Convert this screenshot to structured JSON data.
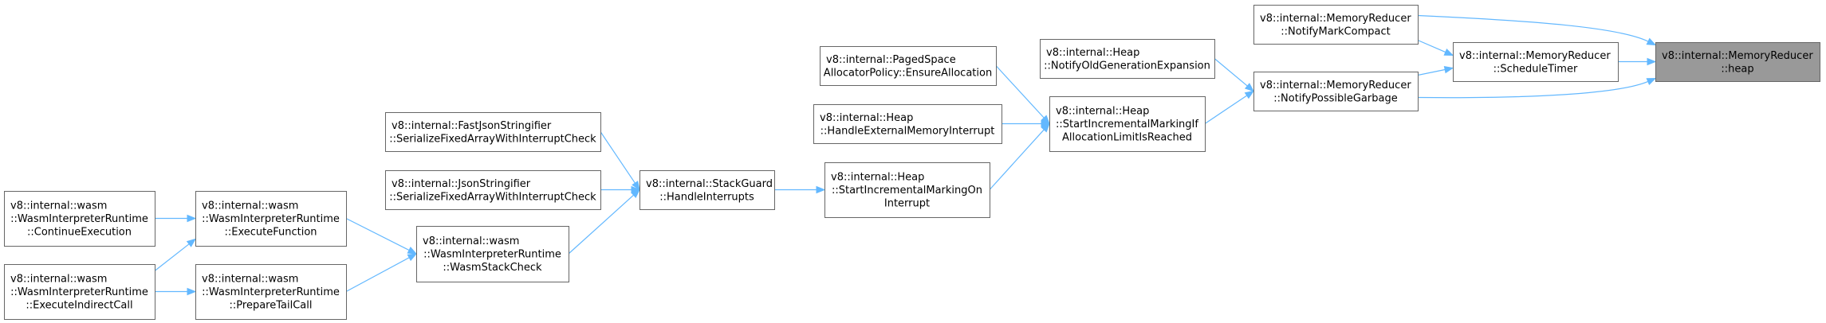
{
  "colors": {
    "edge": "#63b8ff",
    "node_border": "#666666",
    "node_fill": "#ffffff",
    "root_fill": "#999999"
  },
  "nodes": [
    {
      "id": "heap",
      "lines": [
        "v8::internal::MemoryReducer",
        "::heap"
      ],
      "root": true
    },
    {
      "id": "notifyMarkCompact",
      "lines": [
        "v8::internal::MemoryReducer",
        "::NotifyMarkCompact"
      ]
    },
    {
      "id": "scheduleTimer",
      "lines": [
        "v8::internal::MemoryReducer",
        "::ScheduleTimer"
      ]
    },
    {
      "id": "notifyPossibleGarbage",
      "lines": [
        "v8::internal::MemoryReducer",
        "::NotifyPossibleGarbage"
      ]
    },
    {
      "id": "notifyOldGen",
      "lines": [
        "v8::internal::Heap",
        "::NotifyOldGenerationExpansion"
      ]
    },
    {
      "id": "startIncLimit",
      "lines": [
        "v8::internal::Heap",
        "::StartIncrementalMarkingIf",
        "AllocationLimitIsReached"
      ]
    },
    {
      "id": "pagedSpace",
      "lines": [
        "v8::internal::PagedSpace",
        "AllocatorPolicy::EnsureAllocation"
      ]
    },
    {
      "id": "handleExtMem",
      "lines": [
        "v8::internal::Heap",
        "::HandleExternalMemoryInterrupt"
      ]
    },
    {
      "id": "startIncInterrupt",
      "lines": [
        "v8::internal::Heap",
        "::StartIncrementalMarkingOn",
        "Interrupt"
      ]
    },
    {
      "id": "handleInterrupts",
      "lines": [
        "v8::internal::StackGuard",
        "::HandleInterrupts"
      ]
    },
    {
      "id": "fastJson",
      "lines": [
        "v8::internal::FastJsonStringifier",
        "::SerializeFixedArrayWithInterruptCheck"
      ]
    },
    {
      "id": "json",
      "lines": [
        "v8::internal::JsonStringifier",
        "::SerializeFixedArrayWithInterruptCheck"
      ]
    },
    {
      "id": "wasmStackCheck",
      "lines": [
        "v8::internal::wasm",
        "::WasmInterpreterRuntime",
        "::WasmStackCheck"
      ]
    },
    {
      "id": "executeFunction",
      "lines": [
        "v8::internal::wasm",
        "::WasmInterpreterRuntime",
        "::ExecuteFunction"
      ]
    },
    {
      "id": "prepareTailCall",
      "lines": [
        "v8::internal::wasm",
        "::WasmInterpreterRuntime",
        "::PrepareTailCall"
      ]
    },
    {
      "id": "continueExecution",
      "lines": [
        "v8::internal::wasm",
        "::WasmInterpreterRuntime",
        "::ContinueExecution"
      ]
    },
    {
      "id": "executeIndirectCall",
      "lines": [
        "v8::internal::wasm",
        "::WasmInterpreterRuntime",
        "::ExecuteIndirectCall"
      ]
    }
  ],
  "edges": [
    {
      "from": "notifyMarkCompact",
      "to": "heap"
    },
    {
      "from": "scheduleTimer",
      "to": "heap"
    },
    {
      "from": "notifyPossibleGarbage",
      "to": "heap"
    },
    {
      "from": "notifyMarkCompact",
      "to": "scheduleTimer"
    },
    {
      "from": "notifyPossibleGarbage",
      "to": "scheduleTimer"
    },
    {
      "from": "notifyOldGen",
      "to": "notifyPossibleGarbage"
    },
    {
      "from": "startIncLimit",
      "to": "notifyPossibleGarbage"
    },
    {
      "from": "pagedSpace",
      "to": "startIncLimit"
    },
    {
      "from": "handleExtMem",
      "to": "startIncLimit"
    },
    {
      "from": "startIncInterrupt",
      "to": "startIncLimit"
    },
    {
      "from": "handleInterrupts",
      "to": "startIncInterrupt"
    },
    {
      "from": "fastJson",
      "to": "handleInterrupts"
    },
    {
      "from": "json",
      "to": "handleInterrupts"
    },
    {
      "from": "wasmStackCheck",
      "to": "handleInterrupts"
    },
    {
      "from": "executeFunction",
      "to": "wasmStackCheck"
    },
    {
      "from": "prepareTailCall",
      "to": "wasmStackCheck"
    },
    {
      "from": "continueExecution",
      "to": "executeFunction"
    },
    {
      "from": "executeIndirectCall",
      "to": "executeFunction"
    },
    {
      "from": "executeIndirectCall",
      "to": "prepareTailCall"
    }
  ]
}
